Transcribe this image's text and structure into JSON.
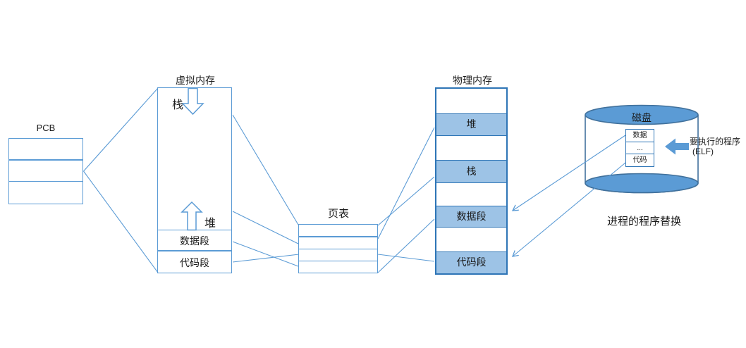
{
  "pcb": {
    "label": "PCB"
  },
  "virtual_memory": {
    "title": "虚拟内存",
    "stack": "栈",
    "heap": "堆",
    "data_segment": "数据段",
    "code_segment": "代码段"
  },
  "page_table": {
    "title": "页表",
    "row_count": 4
  },
  "physical_memory": {
    "title": "物理内存",
    "rows": [
      {
        "label": "",
        "filled": false
      },
      {
        "label": "堆",
        "filled": true
      },
      {
        "label": "",
        "filled": false
      },
      {
        "label": "栈",
        "filled": true
      },
      {
        "label": "",
        "filled": false
      },
      {
        "label": "数据段",
        "filled": true
      },
      {
        "label": "",
        "filled": false
      },
      {
        "label": "代码段",
        "filled": true
      }
    ]
  },
  "disk": {
    "title": "磁盘",
    "rows": [
      "数据",
      "...",
      "代码"
    ]
  },
  "elf_program": {
    "line1": "要执行的程序",
    "line2": "(ELF)"
  },
  "caption": "进程的程序替换",
  "colors": {
    "connector_line": "#5B9BD5",
    "box_border": "#5B9BD5",
    "memory_row_border": "#2E75B6",
    "memory_row_fill": "#9DC3E6",
    "disk_fill": "#5B9BD5",
    "disk_border": "#41719C",
    "text": "#1a1a1a"
  }
}
